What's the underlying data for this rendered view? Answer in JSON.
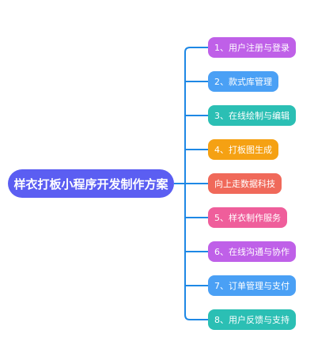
{
  "root": {
    "label": "样衣打板小程序开发制作方案",
    "color": "#5b5ef2"
  },
  "line_color": "#1e88e5",
  "branches": [
    {
      "label": "1、用户注册与登录",
      "color": "#bf60e8"
    },
    {
      "label": "2、款式库管理",
      "color": "#4aa0f5"
    },
    {
      "label": "3、在线绘制与编辑",
      "color": "#2bbfb4"
    },
    {
      "label": "4、打板图生成",
      "color": "#f5a113"
    },
    {
      "label": "向上走数据科技",
      "color": "#f0695a"
    },
    {
      "label": "5、样衣制作服务",
      "color": "#ef5e9b"
    },
    {
      "label": "6、在线沟通与协作",
      "color": "#bf60e8"
    },
    {
      "label": "7、订单管理与支付",
      "color": "#4aa0f5"
    },
    {
      "label": "8、用户反馈与支持",
      "color": "#2bbfb4"
    }
  ]
}
